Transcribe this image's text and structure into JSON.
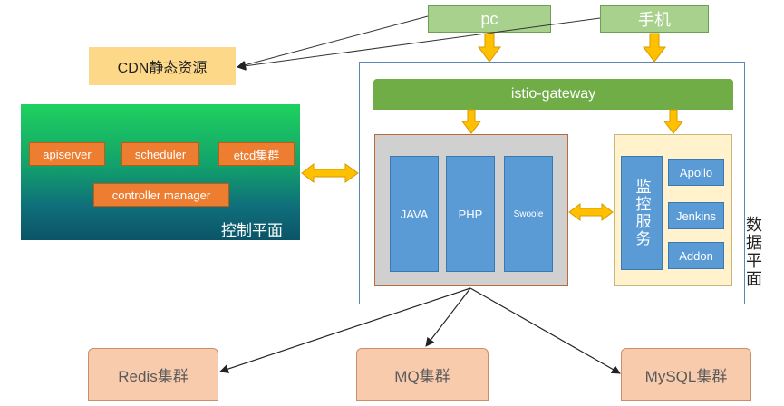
{
  "clients": {
    "pc": "pc",
    "mobile": "手机"
  },
  "cdn": {
    "label": "CDN静态资源"
  },
  "control_plane": {
    "title": "控制平面",
    "items": [
      "apiserver",
      "scheduler",
      "etcd集群",
      "controller manager"
    ]
  },
  "data_plane": {
    "title": "数据平面",
    "gateway": "istio-gateway",
    "services": [
      "JAVA",
      "PHP",
      "Swoole"
    ],
    "monitor_title": "监控服务",
    "monitor_items": [
      "Apollo",
      "Jenkins",
      "Addon"
    ]
  },
  "storage": [
    "Redis集群",
    "MQ集群",
    "MySQL集群"
  ],
  "colors": {
    "client": "#a9d18e",
    "cdn": "#fdd888",
    "control_plane": "#13b06a",
    "control_item": "#ed7d31",
    "gateway": "#70ad47",
    "service": "#5b9bd5",
    "monitor_bg": "#fff2cc",
    "storage": "#f8cbad",
    "arrow_fill": "#ffc000"
  }
}
